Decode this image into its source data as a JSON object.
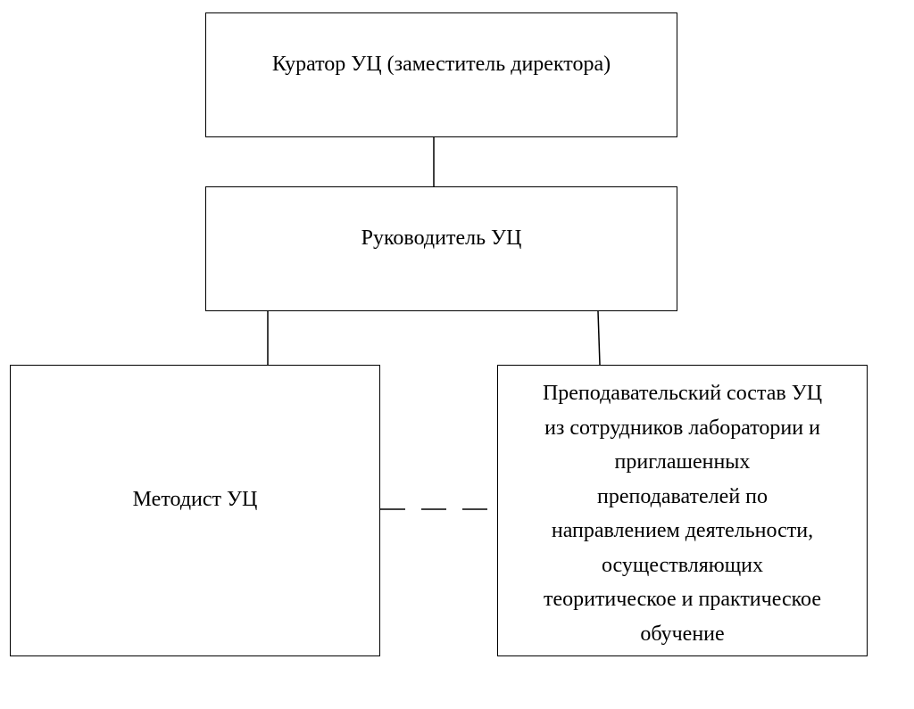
{
  "diagram": {
    "curator": {
      "label": "Куратор УЦ (заместитель директора)"
    },
    "head": {
      "label": "Руководитель УЦ"
    },
    "methodist": {
      "label": "Методист УЦ"
    },
    "teachers": {
      "lines": [
        "Преподавательский состав УЦ",
        "из сотрудников лаборатории и",
        "приглашенных",
        "преподавателей по",
        "направлением деятельности,",
        "осуществляющих",
        "теоритическое и практическое",
        "обучение"
      ]
    },
    "connectors": [
      {
        "from": "curator",
        "to": "head",
        "style": "solid"
      },
      {
        "from": "head",
        "to": "methodist",
        "style": "solid"
      },
      {
        "from": "head",
        "to": "teachers",
        "style": "solid"
      },
      {
        "from": "methodist",
        "to": "teachers",
        "style": "dashed"
      }
    ],
    "line_color": "#000000"
  }
}
